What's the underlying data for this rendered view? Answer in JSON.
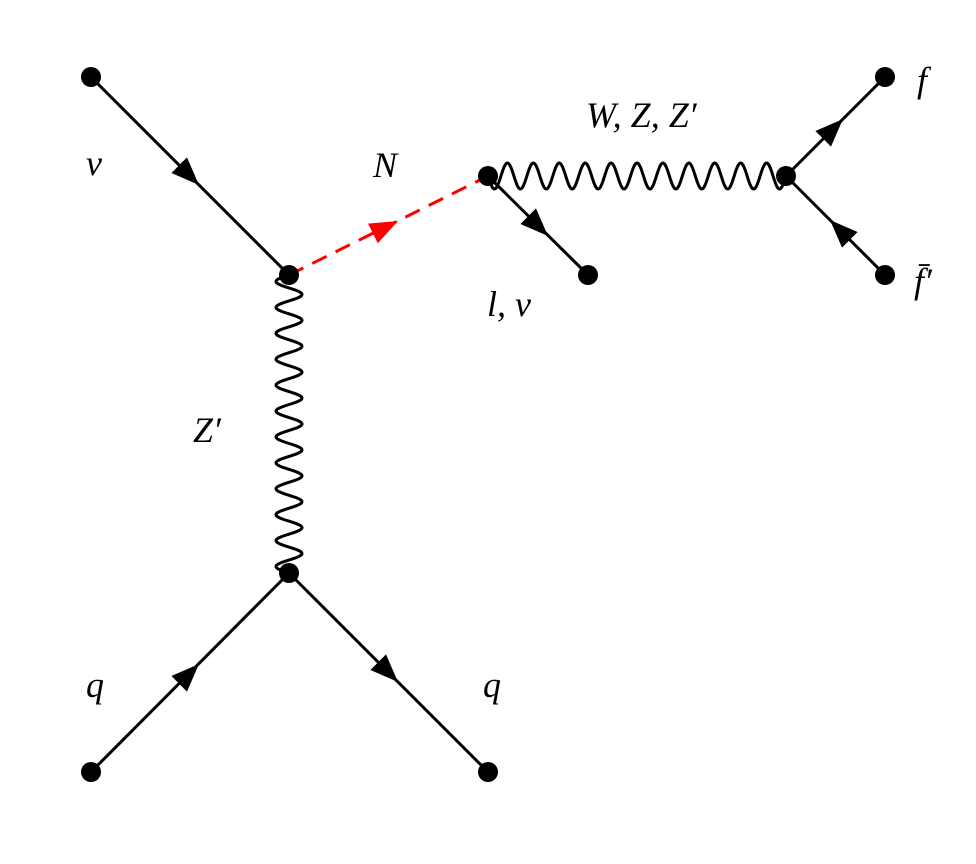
{
  "diagram": {
    "labels": {
      "nu_in": "ν",
      "N": "N",
      "WZZp": "W, Z, Z′",
      "f": "f",
      "fbar_p": "f̄′",
      "l_nu": "l, ν",
      "Zp": "Z′",
      "q_in": "q",
      "q_out": "q"
    },
    "colors": {
      "line": "#000000",
      "heavy_neutrino": "#ff0000"
    }
  }
}
